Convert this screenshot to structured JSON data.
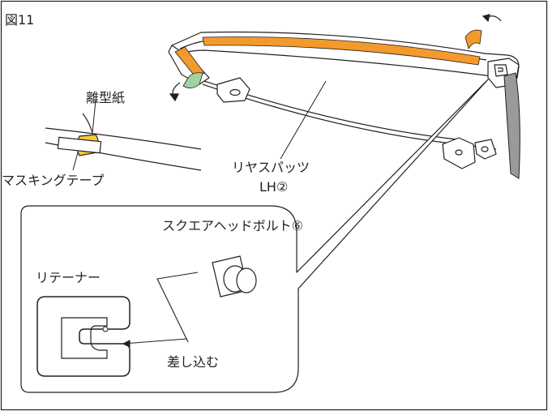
{
  "figure": {
    "number": "図11",
    "labels": {
      "release_paper": "離型紙",
      "masking_tape": "マスキングテープ",
      "rear_parts_line1": "リヤスパッツ",
      "rear_parts_line2": "LH②",
      "square_head_bolt": "スクエアヘッドボルト⑥",
      "retainer": "リテーナー",
      "insert": "差し込む"
    }
  },
  "colors": {
    "line": "#231f20",
    "tape_orange": "#f39a2e",
    "tape_yellow": "#f7c83c",
    "peel_green": "#9fd3a2",
    "mudguard_gray": "#9a9a9a",
    "retainer_fill": "#ffffff"
  }
}
